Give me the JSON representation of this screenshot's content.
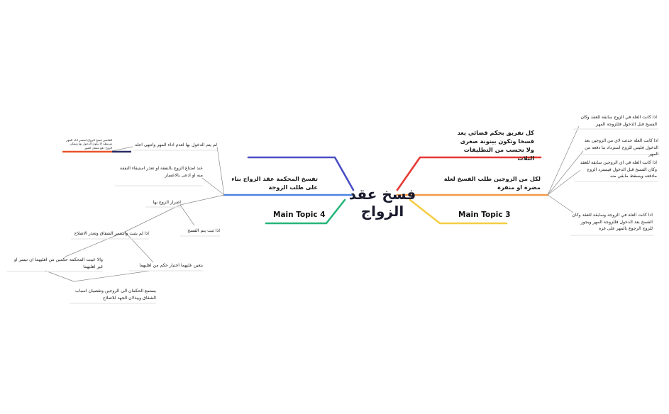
{
  "central": {
    "title": "فسخ عقد الزواج"
  },
  "colors": {
    "red": "#e53935",
    "orange": "#f39a4a",
    "yellow": "#f5cd45",
    "navy": "#4a4fc4",
    "blue": "#4f83e0",
    "green": "#26b57a",
    "thin": "#8a8a8a",
    "underline": "#e6e6e6",
    "tinyRed": "#e8532b",
    "tinyNavy": "#2b2c66"
  },
  "right": {
    "topic1": "كل تفريق بحكم قضائي يعد فسخا وتكون بينونة صغرى ولا تحسب من التطليقات الثلاث",
    "topic2": "لكل من الزوجين طلب الفسخ لعلة مضرة او منفرة",
    "topic3": "Main Topic 3",
    "subs": [
      "اذا كانت العلة في الزوج سابقة للعقد وكان الفسخ قبل الدخول فللزوجة المهر",
      "اذا كانت العلة حدثت لاي من الزوجين بعد الدخول فليس للزوج استرداد ما دفعه من المهر",
      "اذا كانت العلة في اي الزوجين سابقة للعقد وكان الفسخ قبل الدخول فيسترد الزوج مادفعه ويسقط مابقي منه",
      "اذا كانت العلة في الزوجة وسابقة للعقد وكان الفسخ بعد الدخول فللزوجة المهر ويجوز للزوج الرجوع بالمهر على غره"
    ]
  },
  "left": {
    "topic1": "تفسخ المحكمة عقد الزواج بناء على طلب الزوجة",
    "topic2": "Main Topic 4",
    "tiny": "للقاضي فسخ الزواج لتعسر اداء المهر شريطة الا يكون الدخول بها ويمكن الزوج دفع معجل المهر",
    "items": {
      "a": "لم يتم الدخول بها لعدم اداء المهر وانتهى اجله",
      "b": "عند امتناع الزوج بالنفقة او تعذر استيفاء النفقة منه او ادعى بالاعسار",
      "c": "اضرار الزوج بها",
      "d": "اذا ثبت يتم الفسخ",
      "e": "اذا لم يثبت واستمر الشقاق وتعذر الاصلاح",
      "f": "والا عينت المحكمة حكمين من اهليهما ان تيسر او غير اهليهما",
      "g": "يتعين عليهما اختيار حكم من اهليهما",
      "h": "يستمع الحكمان الى الزوجين وتقصيان اسباب الشقاق ويبذلان الجهد للاصلاح"
    }
  }
}
